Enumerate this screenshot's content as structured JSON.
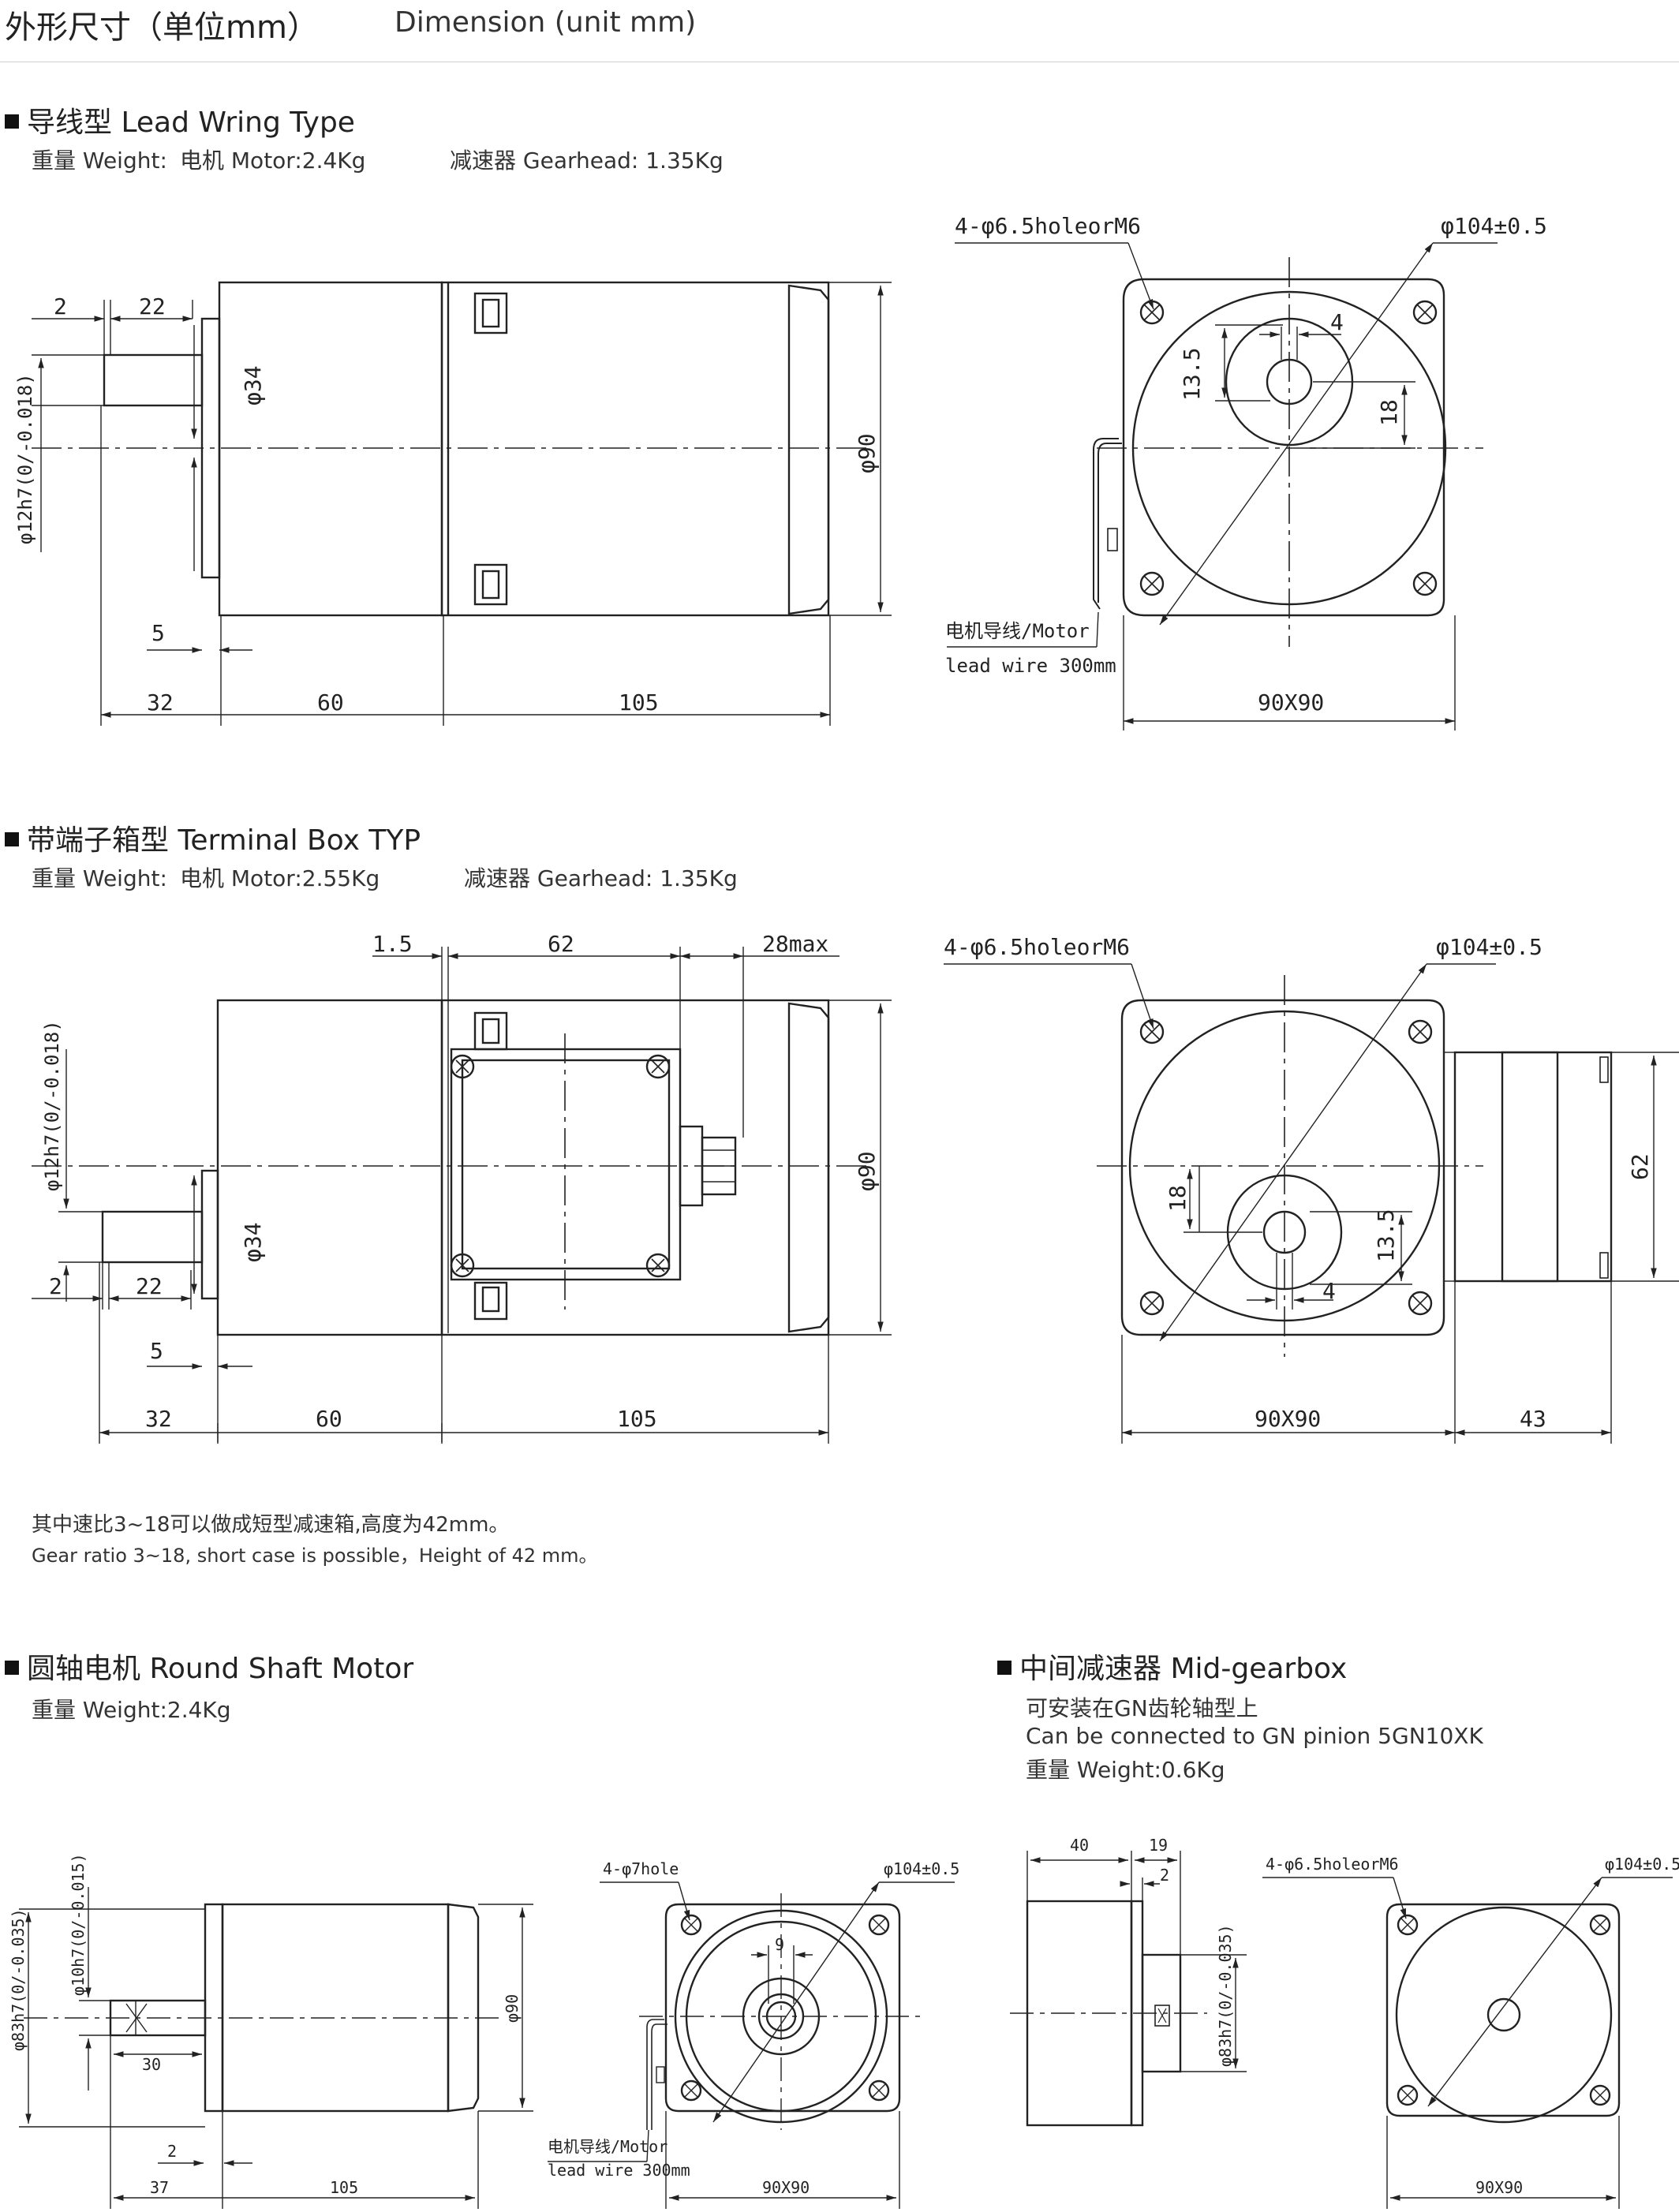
{
  "header": {
    "title": "外形尺寸（单位mm）",
    "subtitle": "Dimension (unit mm)"
  },
  "sections": {
    "lead_wire": {
      "title": "导线型 Lead Wring Type",
      "weight_label": "重量 Weight:",
      "motor_weight": "电机 Motor:2.4Kg",
      "gearhead_weight": "减速器 Gearhead: 1.35Kg"
    },
    "terminal_box": {
      "title": "带端子箱型 Terminal Box TYP",
      "weight_label": "重量 Weight:",
      "motor_weight": "电机 Motor:2.55Kg",
      "gearhead_weight": "减速器 Gearhead: 1.35Kg",
      "note_cn": "其中速比3~18可以做成短型减速箱,高度为42mm。",
      "note_en": "Gear ratio 3~18, short case is possible，Height of 42 mm。"
    },
    "round_shaft": {
      "title": "圆轴电机 Round Shaft Motor",
      "weight": "重量 Weight:2.4Kg"
    },
    "mid_gearbox": {
      "title": "中间减速器 Mid-gearbox",
      "line1": "可安装在GN齿轮轴型上",
      "line2": "Can be connected to GN pinion 5GN10XK",
      "weight": "重量 Weight:0.6Kg"
    }
  },
  "dimensions": {
    "d2": "2",
    "d22": "22",
    "d5": "5",
    "d32": "32",
    "d60": "60",
    "d105": "105",
    "phi34": "φ34",
    "phi90": "φ90",
    "phi12": "φ12h7(0/-0.018)",
    "hole_m6": "4-φ6.5holeorM6",
    "phi104": "φ104±0.5",
    "d4": "4",
    "d13_5": "13.5",
    "d18": "18",
    "d90x90": "90X90",
    "lead_wire_1": "电机导线/Motor",
    "lead_wire_2": "lead wire 300mm",
    "d1_5": "1.5",
    "d62": "62",
    "d28max": "28max",
    "d43": "43",
    "d37": "37",
    "d30": "30",
    "phi10": "φ10h7(0/-0.015)",
    "phi83": "φ83h7(0/-0.035)",
    "hole7": "4-φ7hole",
    "d9": "9",
    "d40": "40",
    "d19": "19"
  }
}
